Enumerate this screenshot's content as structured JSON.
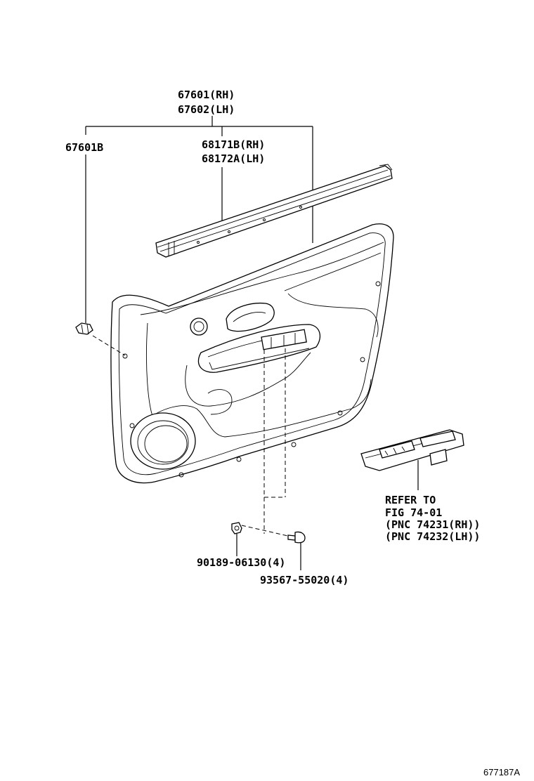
{
  "labels": {
    "panel_rh": "67601(RH)",
    "panel_lh": "67602(LH)",
    "clip": "67601B",
    "weatherstrip_rh": "68171B(RH)",
    "weatherstrip_lh": "68172A(LH)",
    "refer_1": "REFER TO",
    "refer_2": "FIG 74-01",
    "refer_3": "(PNC 74231(RH))",
    "refer_4": "(PNC 74232(LH))",
    "nut": "90189-06130(4)",
    "screw": "93567-55020(4)",
    "figure_id": "677187A"
  },
  "icons": [
    "trim-clip-icon",
    "weatherstrip-icon",
    "door-trim-panel-icon",
    "power-window-switch-icon",
    "nut-icon",
    "screw-icon"
  ]
}
